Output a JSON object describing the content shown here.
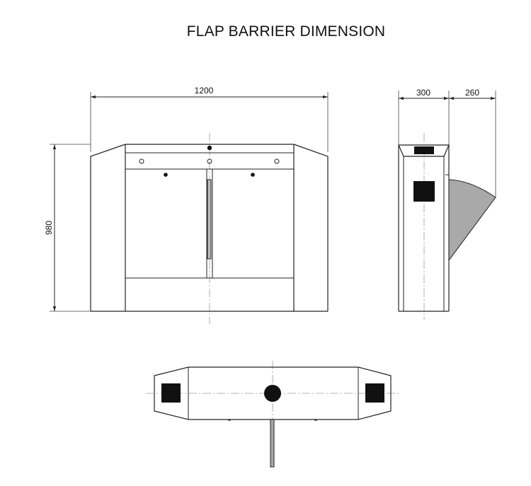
{
  "title": "FLAP BARRIER DIMENSION",
  "dimensions": {
    "width": "1200",
    "height": "980",
    "side_depth": "300",
    "flap_extension": "260"
  },
  "colors": {
    "line": "#222222",
    "centerline": "#9a9a9a",
    "flap_fill": "#a9a9a9",
    "solid": "#111111"
  }
}
